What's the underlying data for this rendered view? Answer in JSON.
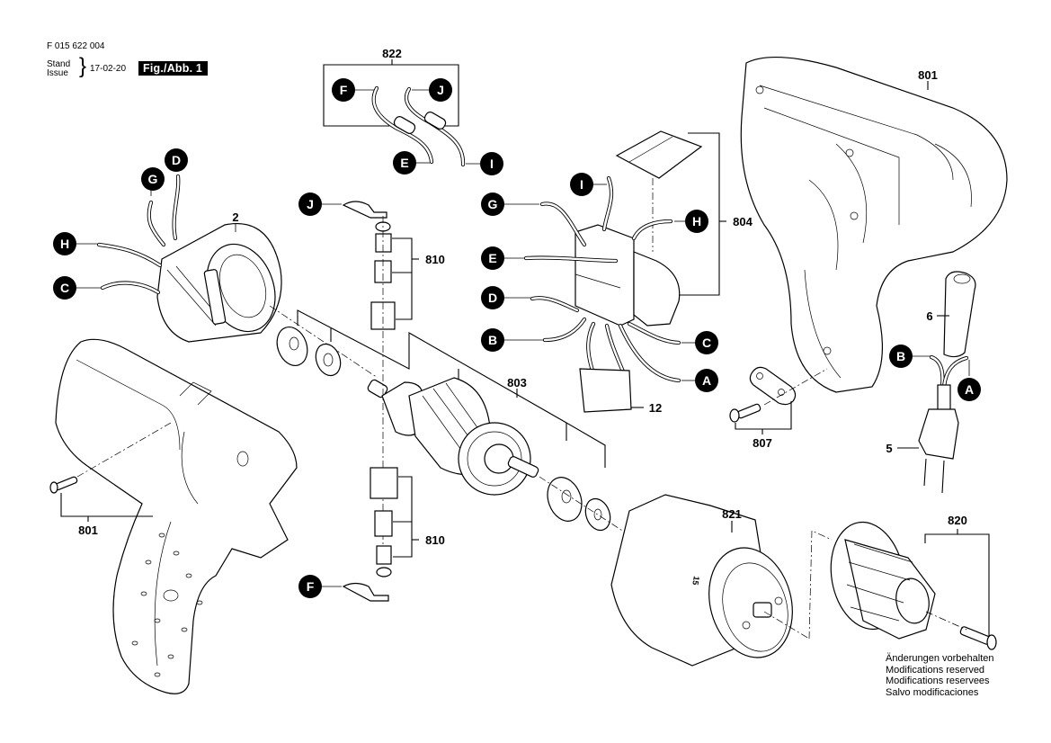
{
  "header": {
    "part_code": "F 015 622 004",
    "stand_label": "Stand",
    "issue_label": "Issue",
    "brace": "}",
    "date": "17-02-20",
    "figure_label": "Fig./Abb. 1"
  },
  "notes": [
    "Änderungen vorbehalten",
    "Modifications reserved",
    "Modifications reservees",
    "Salvo modificaciones"
  ],
  "part_numbers": {
    "p822": "822",
    "p801_housing_right": "801",
    "p2": "2",
    "p810_top": "810",
    "p804": "804",
    "p803": "803",
    "p12": "12",
    "p6": "6",
    "p807": "807",
    "p5": "5",
    "p801_housing_left": "801",
    "p821": "821",
    "p820": "820",
    "p810_bottom": "810"
  },
  "connectors": {
    "c822_F": "F",
    "c822_J": "J",
    "c822_E": "E",
    "c822_I": "I",
    "stator_D": "D",
    "stator_G": "G",
    "stator_H": "H",
    "stator_C": "C",
    "brush_top_J": "J",
    "brush_bottom_F": "F",
    "switch_I": "I",
    "switch_G": "G",
    "switch_H": "H",
    "switch_E": "E",
    "switch_D": "D",
    "switch_B": "B",
    "switch_C": "C",
    "switch_A": "A",
    "cord_B": "B",
    "cord_A": "A"
  }
}
